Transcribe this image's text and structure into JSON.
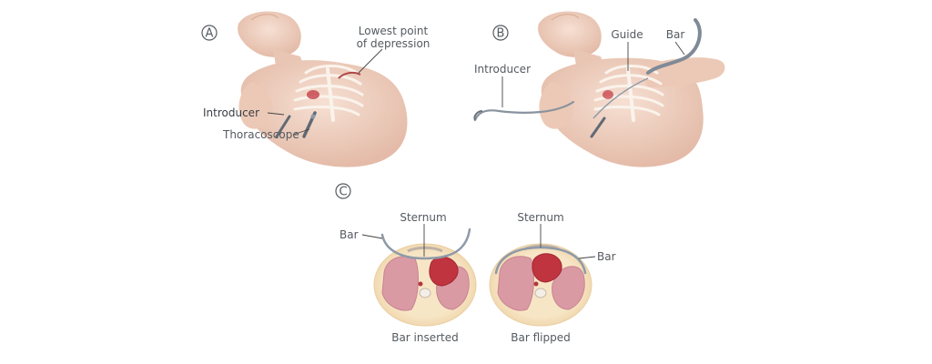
{
  "panel_a": {
    "badge": "A",
    "lowest_point_line1": "Lowest point",
    "lowest_point_line2": "of depression",
    "introducer": "Introducer",
    "thoracoscope": "Thoracoscope"
  },
  "panel_b": {
    "badge": "B",
    "guide": "Guide",
    "bar": "Bar",
    "introducer": "Introducer"
  },
  "panel_c": {
    "badge": "C",
    "left": {
      "sternum": "Sternum",
      "bar": "Bar",
      "caption": "Bar inserted"
    },
    "right": {
      "sternum": "Sternum",
      "bar": "Bar",
      "caption": "Bar flipped"
    }
  },
  "colors": {
    "skin": "#f2d6c6",
    "skin_shadow": "#e3b9a6",
    "rib": "#f7efe8",
    "lung": "#d99aa3",
    "heart": "#c0343f",
    "bar": "#8f9aa8",
    "leader": "#444444"
  }
}
